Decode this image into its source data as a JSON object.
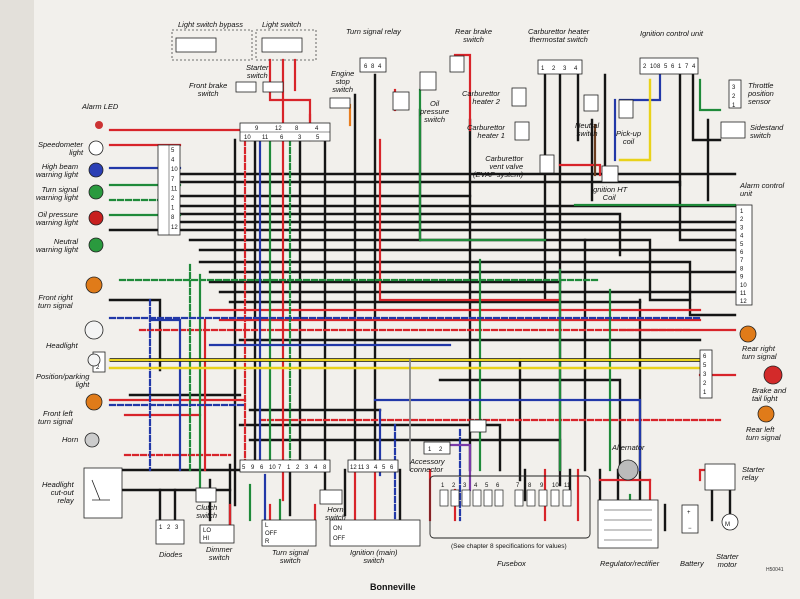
{
  "title": "Bonneville",
  "figure_code": "H50041",
  "fusebox_note": "(See chapter 8 specifications for values)",
  "components": {
    "light_switch_bypass": "Light switch bypass",
    "light_switch": "Light switch",
    "turn_signal_relay": "Turn signal relay",
    "rear_brake_switch": "Rear brake\nswitch",
    "carb_heater_thermostat": "Carburettor heater\nthermostat switch",
    "ignition_control_unit": "Ignition control unit",
    "throttle_position_sensor": "Throttle\nposition\nsensor",
    "sidestand_switch": "Sidestand\nswitch",
    "alarm_control_unit": "Alarm control\nunit",
    "starter_switch": "Starter\nswitch",
    "front_brake_switch": "Front brake\nswitch",
    "engine_stop_switch": "Engine\nstop\nswitch",
    "oil_pressure_switch": "Oil\npressure\nswitch",
    "carb_heater_2": "Carburettor\nheater 2",
    "carb_heater_1": "Carburettor\nheater 1",
    "carb_vent_valve": "Carburettor\nvent valve\n(EVAP system)",
    "neutral_switch": "Neutral\nswitch",
    "pickup_coil": "Pick-up\ncoil",
    "ignition_ht_coil": "Ignition HT\nCoil",
    "alarm_led": "Alarm LED",
    "speedometer_light": "Speedometer\nlight",
    "high_beam_light": "High beam\nwarning light",
    "turn_signal_warning": "Turn signal\nwarning light",
    "oil_pressure_warning": "Oil pressure\nwarning light",
    "neutral_warning": "Neutral\nwarning light",
    "front_right_turn": "Front right\nturn signal",
    "headlight": "Headlight",
    "position_light": "Position/parking\nlight",
    "front_left_turn": "Front left\nturn signal",
    "horn": "Horn",
    "headlight_relay": "Headlight\ncut-out\nrelay",
    "diodes": "Diodes",
    "clutch_switch": "Clutch\nswitch",
    "dimmer_switch": "Dimmer\nswitch",
    "turn_signal_switch": "Turn signal\nswitch",
    "horn_switch": "Horn\nswitch",
    "ignition_switch": "Ignition (main)\nswitch",
    "accessory_connector": "Accessory\nconnector",
    "fusebox": "Fusebox",
    "alternator": "Alternator",
    "regulator": "Regulator/rectifier",
    "battery": "Battery",
    "starter_relay": "Starter\nrelay",
    "starter_motor": "Starter\nmotor",
    "rear_right_turn": "Rear right\nturn signal",
    "brake_tail_light": "Brake and\ntail light",
    "rear_left_turn": "Rear left\nturn signal"
  },
  "connector_pins": {
    "top_row1": [
      "9",
      "12",
      "8",
      "4"
    ],
    "top_row2": [
      "10",
      "11",
      "6",
      "3",
      "5"
    ],
    "left_block": [
      "5",
      "4",
      "10",
      "7",
      "11",
      "2",
      "1",
      "8",
      "12"
    ],
    "alarm_unit": [
      "1",
      "2",
      "3",
      "4",
      "5",
      "6",
      "7",
      "8",
      "9",
      "10",
      "11",
      "12"
    ],
    "ignition_unit": [
      "2",
      "10",
      "8",
      "5",
      "6",
      "1",
      "7",
      "4"
    ],
    "bottom_left": [
      "5",
      "9",
      "6",
      "10",
      "7",
      "1",
      "2",
      "3",
      "4",
      "8"
    ],
    "bottom_mid": [
      "12",
      "11",
      "3",
      "4",
      "5",
      "6"
    ],
    "relay_block": [
      "6",
      "8",
      "4"
    ],
    "thermostat": [
      "1",
      "2",
      "3",
      "4"
    ],
    "rear_block": [
      "6",
      "5",
      "3",
      "2",
      "1"
    ],
    "mid_left": [
      "1",
      "2"
    ],
    "fuses": [
      "1",
      "2",
      "3",
      "4",
      "5",
      "6",
      "7",
      "8",
      "9",
      "10",
      "11"
    ],
    "accessory": [
      "1",
      "2"
    ],
    "tps": [
      "3",
      "2",
      "1"
    ],
    "diode_block": [
      "1",
      "2",
      "3"
    ],
    "dimmer": [
      "LO",
      "HI"
    ],
    "turn_sw": [
      "L",
      "OFF",
      "R"
    ],
    "ign_sw": [
      "ON",
      "OFF"
    ]
  },
  "colors": {
    "red": "#d8242a",
    "black": "#151515",
    "green": "#1f8a3a",
    "blue": "#2238a8",
    "yellow": "#e9d21a",
    "orange": "#e87d1e",
    "white": "#ffffff",
    "brown": "#6b3d1f",
    "purple": "#7a3aa8",
    "lightgreen": "#66c06a",
    "grey": "#8a8a8a"
  }
}
